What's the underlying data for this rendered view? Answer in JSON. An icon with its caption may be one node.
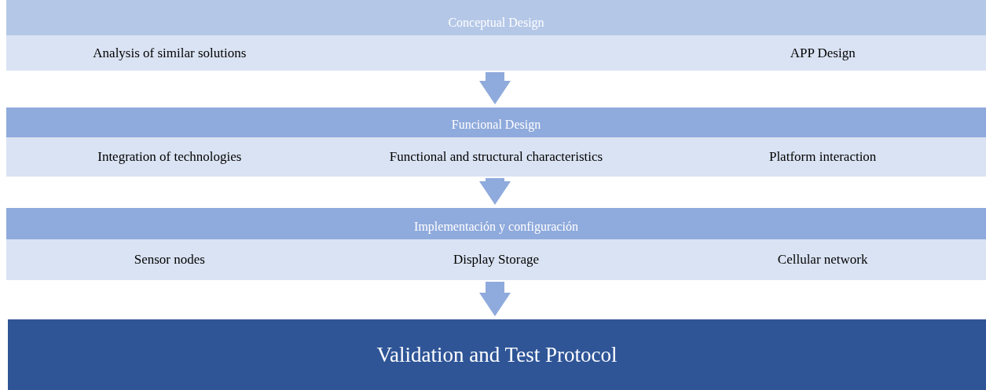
{
  "diagram": {
    "nodes": [
      {
        "text": [
          "Conceptual Design",
          "Analysis of similar solutions",
          "APP Design"
        ]
      },
      {
        "text": [
          "Funcional Design",
          "Integration of technologies",
          "Functional and structural characteristics",
          "Platform interaction"
        ]
      },
      {
        "text": [
          "Implementación y configuración",
          "Sensor nodes",
          "Display Storage",
          "Cellular network"
        ]
      },
      {
        "text": [
          "Validation and Test Protocol"
        ]
      }
    ],
    "edges": [
      {
        "from": 0,
        "to": 1,
        "arrow": "to"
      },
      {
        "from": 1,
        "to": 2,
        "arrow": "to"
      },
      {
        "from": 2,
        "to": 3,
        "arrow": "to"
      }
    ]
  }
}
